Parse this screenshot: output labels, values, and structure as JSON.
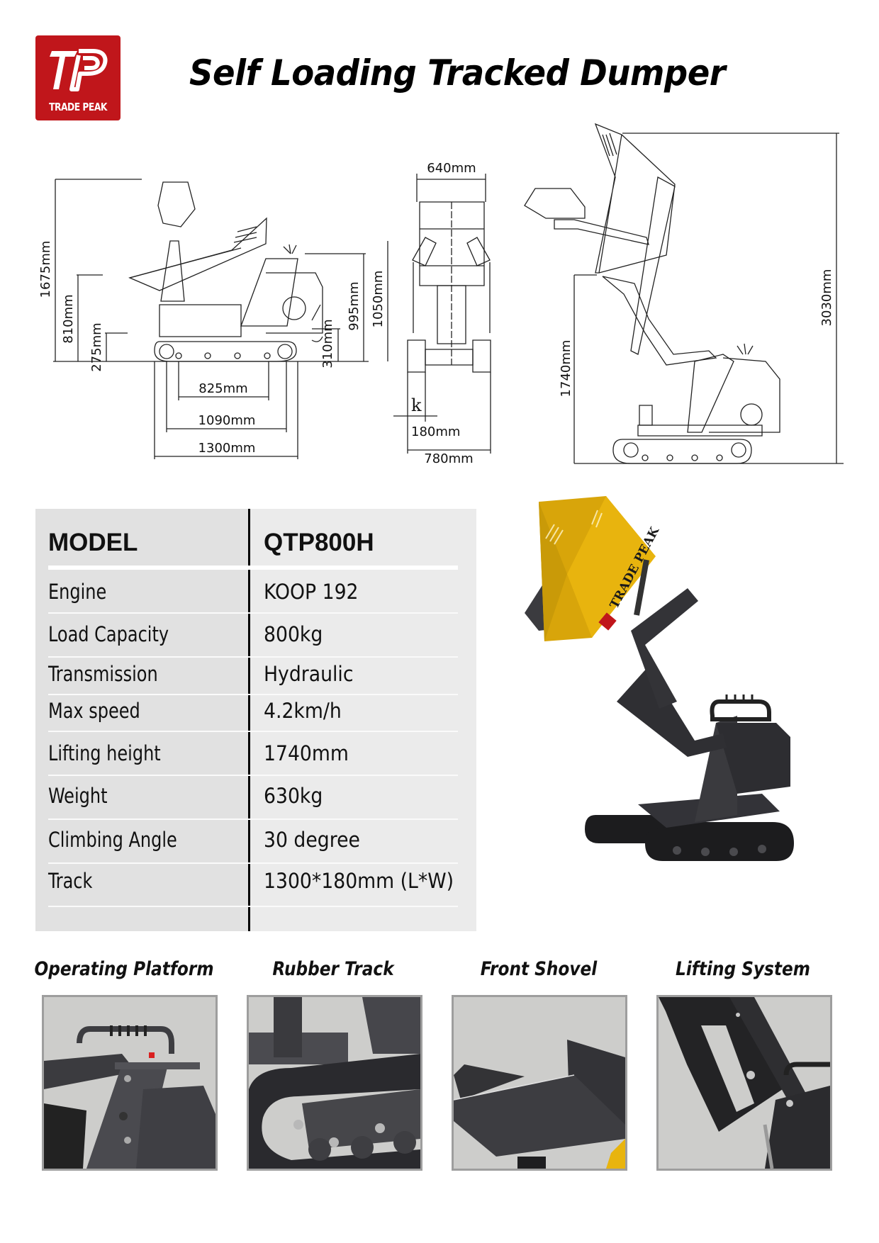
{
  "brand": {
    "logo_monogram": "TP",
    "logo_text": "TRADE PEAK",
    "logo_color": "#c0161b"
  },
  "title": "Self Loading Tracked Dumper",
  "drawings": {
    "side_view": {
      "dims": {
        "overall_height": "1675mm",
        "tipping_height": "810mm",
        "ground_clearance_front": "275mm",
        "rear_height": "310mm",
        "platform_height": "995mm",
        "handle_height": "1050mm",
        "roller_span": "825mm",
        "sprocket_span": "1090mm",
        "overall_track_length": "1300mm"
      }
    },
    "front_view": {
      "dims": {
        "bucket_width": "640mm",
        "track_marker": "k",
        "track_width": "180mm",
        "overall_width": "780mm"
      }
    },
    "raised_view": {
      "dims": {
        "lifting_height": "1740mm",
        "max_height": "3030mm"
      }
    }
  },
  "spec_table": {
    "header": {
      "label": "MODEL",
      "value": "QTP800H"
    },
    "rows": [
      {
        "label": "Engine",
        "value": "KOOP 192"
      },
      {
        "label": "Load Capacity",
        "value": "800kg"
      },
      {
        "label": "Transmission",
        "value": "Hydraulic"
      },
      {
        "label": "Max speed",
        "value": "4.2km/h"
      },
      {
        "label": "Lifting height",
        "value": "1740mm"
      },
      {
        "label": "Weight",
        "value": "630kg"
      },
      {
        "label": "Climbing Angle",
        "value": "30 degree"
      },
      {
        "label": "Track",
        "value": "1300*180mm (L*W)"
      }
    ]
  },
  "hero_photo": {
    "bucket_brand_text": "TRADE PEAK",
    "bucket_color": "#e8b40e",
    "frame_color": "#3a3a3e"
  },
  "features": [
    {
      "title": "Operating Platform"
    },
    {
      "title": "Rubber Track"
    },
    {
      "title": "Front Shovel"
    },
    {
      "title": "Lifting System"
    }
  ]
}
